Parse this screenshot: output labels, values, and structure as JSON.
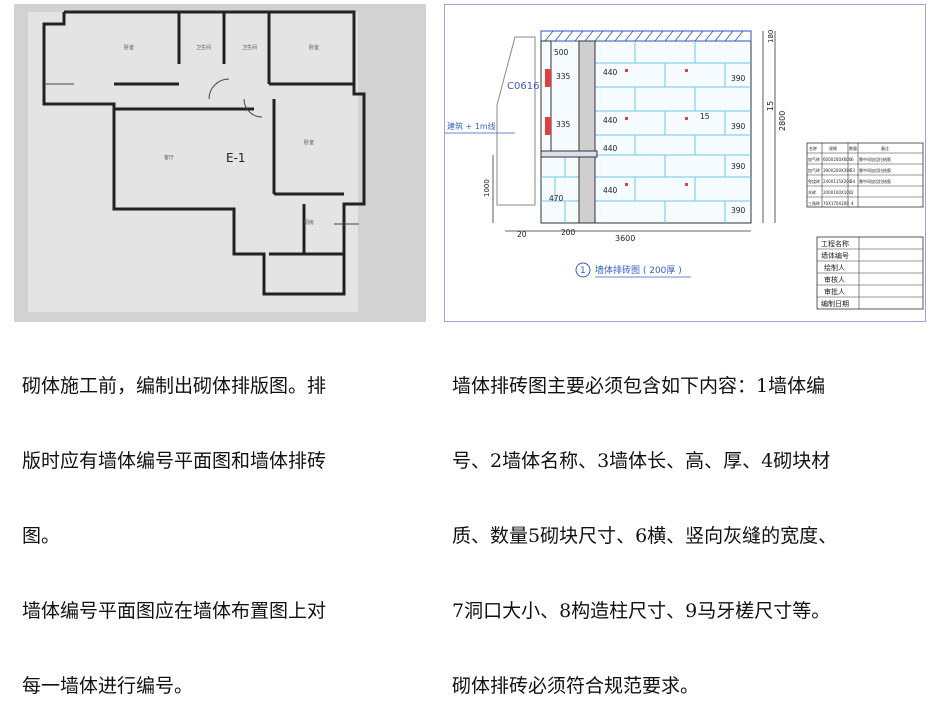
{
  "left_photo": {
    "floor_plan_label": "E-1"
  },
  "drawing": {
    "window_label": "C0616",
    "level_label": "建筑 + 1m线",
    "caption_circle": "1",
    "caption_text": "墙体排砖图 ( 200厚 )",
    "dim_top": "500",
    "dim_335a": "335",
    "dim_335b": "335",
    "dim_440": "440",
    "dim_390": "390",
    "dim_470": "470",
    "dim_200": "200",
    "dim_1000": "1000",
    "dim_3600": "3600",
    "dim_2800": "2800",
    "dim_180": "180",
    "dim_15": "15",
    "dim_20": "20",
    "material_table": {
      "headers": [
        "名称",
        "规格",
        "数量",
        "备注"
      ],
      "rows": [
        [
          "加气砖",
          "600X200X600",
          "6",
          "需中间加设拉结筋"
        ],
        [
          "加气砖",
          "390X200X390",
          "23",
          "需中间加设拉结筋"
        ],
        [
          "免烧砖",
          "240X115X200",
          "34",
          "需中间加设拉结筋"
        ],
        [
          "木砖",
          "200X100X100",
          "2",
          ""
        ],
        [
          "三角砖",
          "70X170X200",
          "4",
          ""
        ]
      ]
    },
    "title_block": {
      "rows": [
        "工程名称",
        "墙体编号",
        "绘制人",
        "审核人",
        "审批人",
        "编制日期"
      ]
    }
  },
  "left_caption": {
    "lines": [
      "砌体施工前，编制出砌体排版图。排",
      "版时应有墙体编号平面图和墙体排砖",
      "图。",
      "墙体编号平面图应在墙体布置图上对",
      "每一墙体进行编号。"
    ]
  },
  "right_caption": {
    "lines": [
      "墙体排砖图主要必须包含如下内容：1墙体编",
      "号、2墙体名称、3墙体长、高、厚、4砌块材",
      "质、数量5砌块尺寸、6横、竖向灰缝的宽度、",
      "7洞口大小、8构造柱尺寸、9马牙槎尺寸等。",
      "砌体排砖必须符合规范要求。"
    ]
  }
}
